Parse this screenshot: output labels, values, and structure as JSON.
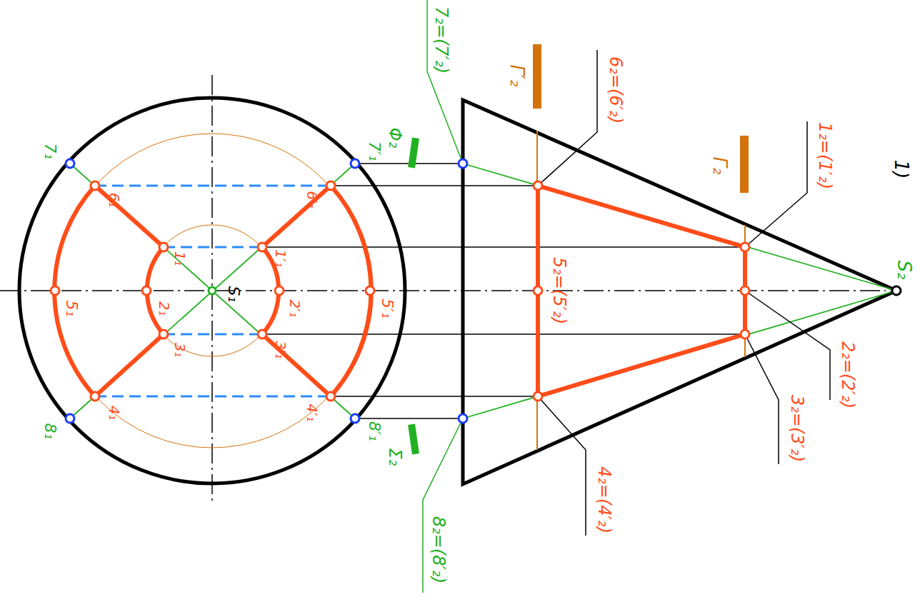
{
  "diagram": {
    "labels": [
      "1)",
      "S₂",
      "Γ₂",
      "Γ′₂",
      "Φ₂",
      "Σ₂",
      "7₂=(7′₂)",
      "6₂=(6′₂)",
      "1₂=(1′₂)",
      "5₂=(5′₂)",
      "2₂=(2′₂)",
      "3₂=(3′₂)",
      "4₂=(4′₂)",
      "8₂=(8′₂)",
      "S₁",
      "7₁",
      "7′₁",
      "6₁",
      "6′₁",
      "1₁",
      "1′₁",
      "5₁",
      "2₁",
      "2′₁",
      "5′₁",
      "3₁",
      "3′₁",
      "4₁",
      "4′₁",
      "8₁",
      "8′₁"
    ]
  }
}
